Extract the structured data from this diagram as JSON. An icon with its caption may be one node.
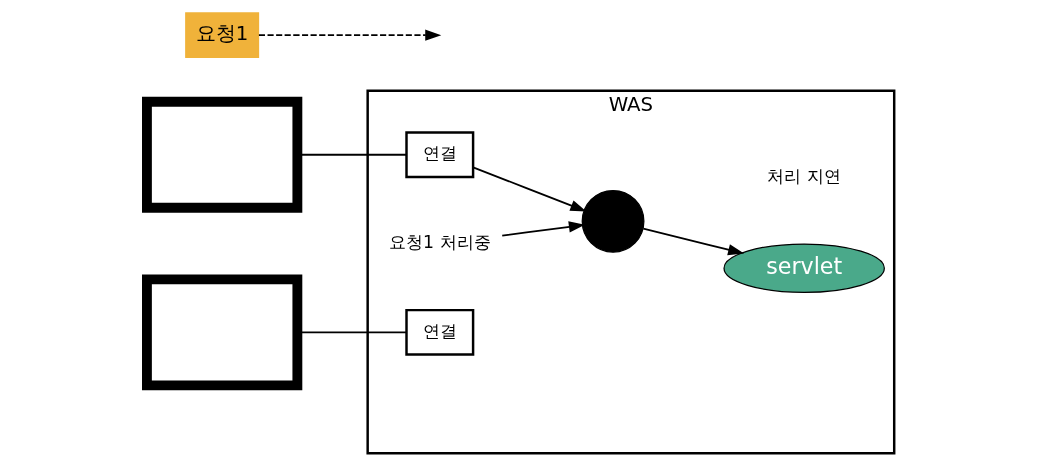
{
  "diagram": {
    "nodes": [
      {
        "text": [],
        "shape": "monitor"
      },
      {
        "text": [
          "WAS"
        ]
      },
      {
        "text": [
          "연결"
        ],
        "in": 1
      },
      {
        "text": [],
        "shape": "circle",
        "in": 1
      },
      {
        "text": [
          "요청1 처리중"
        ],
        "in": 1
      },
      {
        "text": [
          "servlet"
        ],
        "in": 1
      },
      {
        "text": [
          "연결"
        ],
        "in": 1
      },
      {
        "text": [],
        "shape": "monitor"
      },
      {
        "text": [
          "요청1"
        ]
      }
    ],
    "edges": [
      {
        "from": 0,
        "to": 2,
        "arrow": "none"
      },
      {
        "from": 7,
        "to": 6,
        "arrow": "none"
      },
      {
        "from": 2,
        "to": 3,
        "arrow": "to"
      },
      {
        "from": 4,
        "to": 3,
        "arrow": "to"
      },
      {
        "from": 3,
        "to": 5,
        "arrow": "to"
      },
      {
        "from": 8,
        "to": null,
        "arrow": "to",
        "style": "dashed"
      }
    ],
    "labels": [
      "처리 지연"
    ]
  }
}
